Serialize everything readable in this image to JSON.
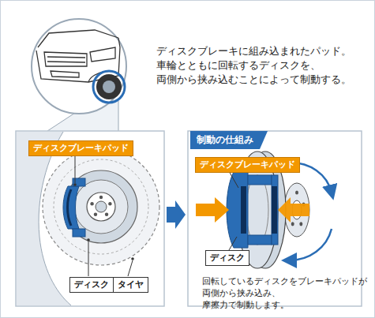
{
  "diagram": {
    "nodes": [
      {
        "text": [
          "ディスクブレーキパッド"
        ]
      },
      {
        "text": [
          "ディスク"
        ]
      },
      {
        "text": [
          "タイヤ"
        ]
      },
      {
        "text": [
          "制動の仕組み",
          "回転しているディスクをブレーキパッドが 両側から挟み込み、摩擦力で制動します。"
        ]
      },
      {
        "text": [
          "ディスクブレーキパッド"
        ],
        "in": 3
      },
      {
        "text": [
          "ディスク"
        ],
        "in": 3
      }
    ],
    "labels": [
      "ディスクブレーキに組み込まれたパッド。 車輪とともに回転するディスクを、 両側から挟み込むことによって制動する。"
    ]
  }
}
